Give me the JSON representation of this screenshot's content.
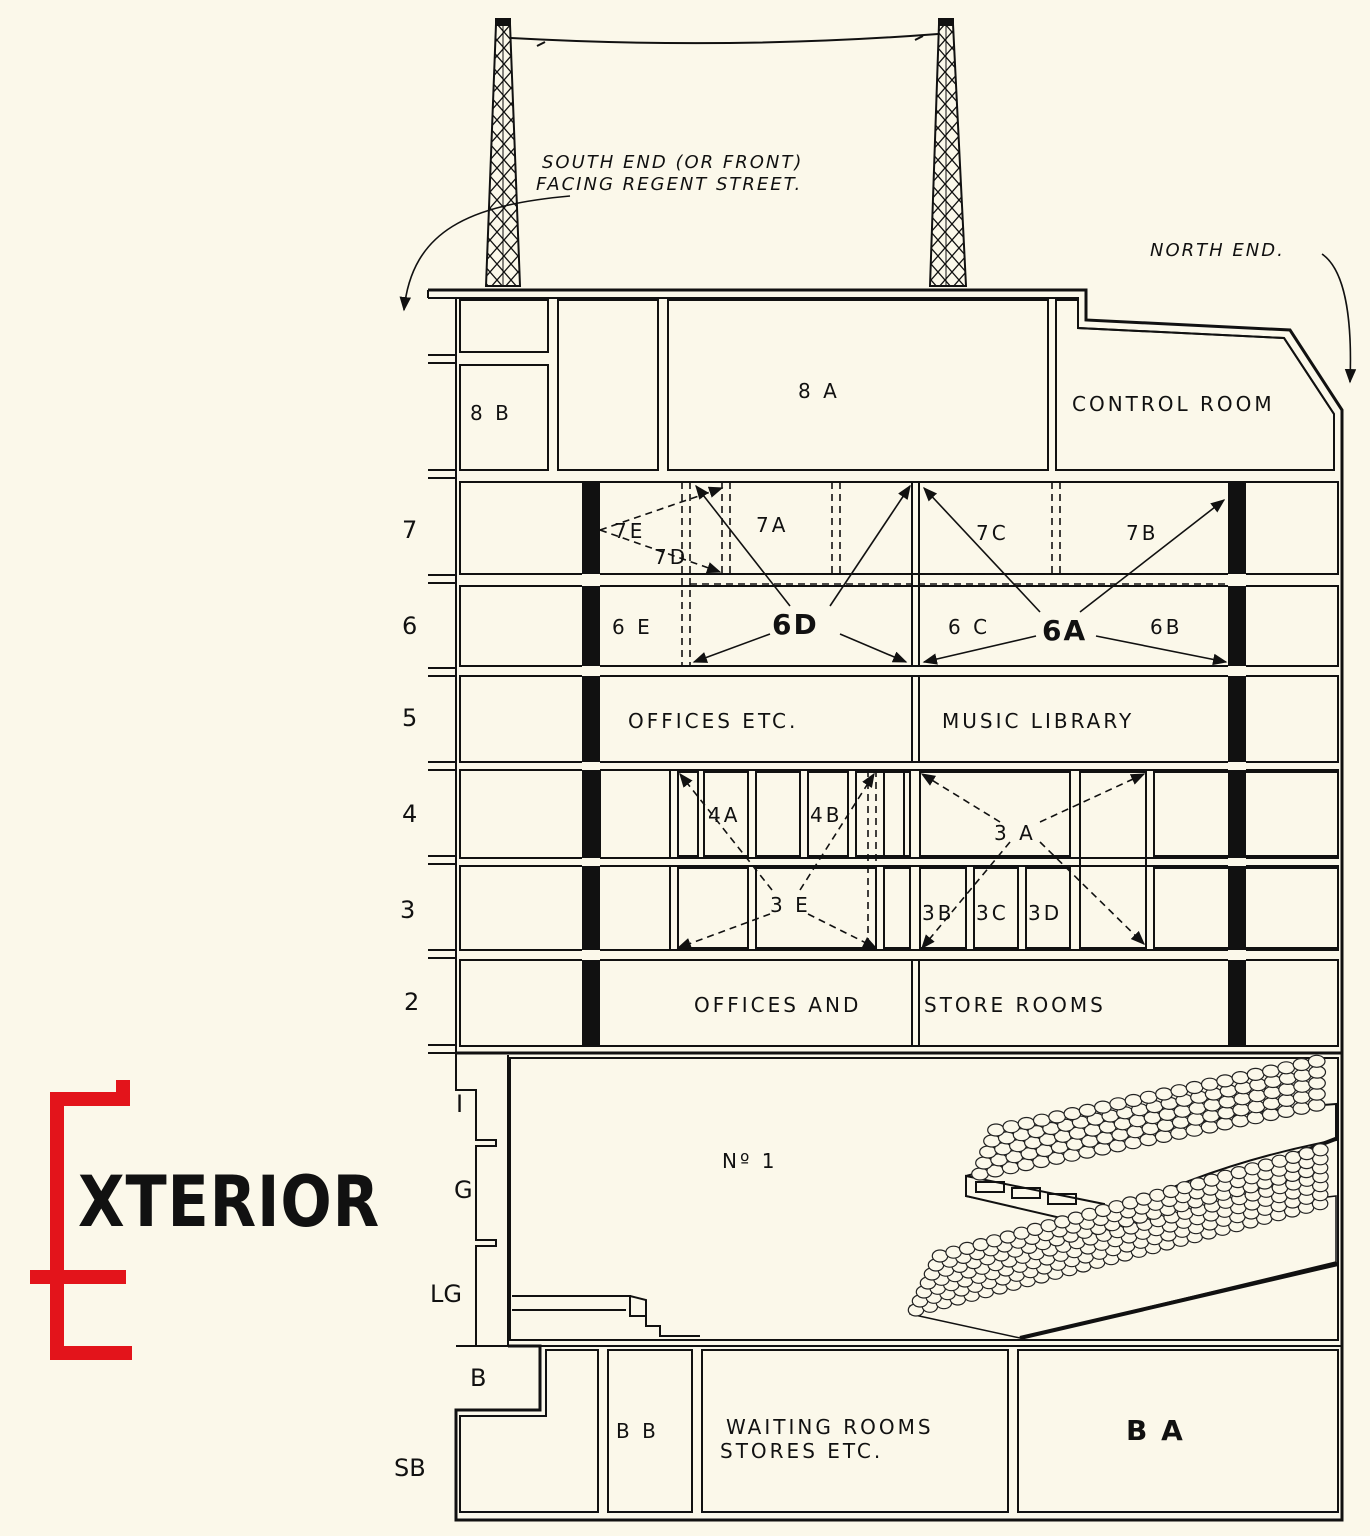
{
  "heading": {
    "initial": "E",
    "rest": "XTERIOR",
    "color": "#e3141b"
  },
  "captions": {
    "south_line1": "SOUTH END (OR FRONT)",
    "south_line2": "FACING REGENT STREET.",
    "north": "NORTH END."
  },
  "floors": [
    "7",
    "6",
    "5",
    "4",
    "3",
    "2",
    "I",
    "G",
    "LG",
    "B",
    "SB"
  ],
  "rooms": {
    "r8b": "8 B",
    "r8a": "8 A",
    "control": "CONTROL ROOM",
    "r7e": "7E",
    "r7d": "7D",
    "r7a": "7A",
    "r7c": "7C",
    "r7b": "7B",
    "r6e": "6 E",
    "r6d": "6D",
    "r6c": "6 C",
    "r6a": "6A",
    "r6b": "6B",
    "offices_etc": "OFFICES ETC.",
    "music_library": "MUSIC LIBRARY",
    "r4a": "4A",
    "r4b": "4B",
    "r3a": "3 A",
    "r3e": "3 E",
    "r3b": "3B",
    "r3c": "3C",
    "r3d": "3D",
    "offices_and": "OFFICES AND",
    "store_rooms": "STORE ROOMS",
    "no1": "Nº 1",
    "bb": "B B",
    "waiting1": "WAITING ROOMS",
    "waiting2": "STORES ETC.",
    "ba": "B A"
  },
  "colors": {
    "ink": "#111111",
    "paper": "#fbf8ea",
    "accent": "#e3141b"
  }
}
